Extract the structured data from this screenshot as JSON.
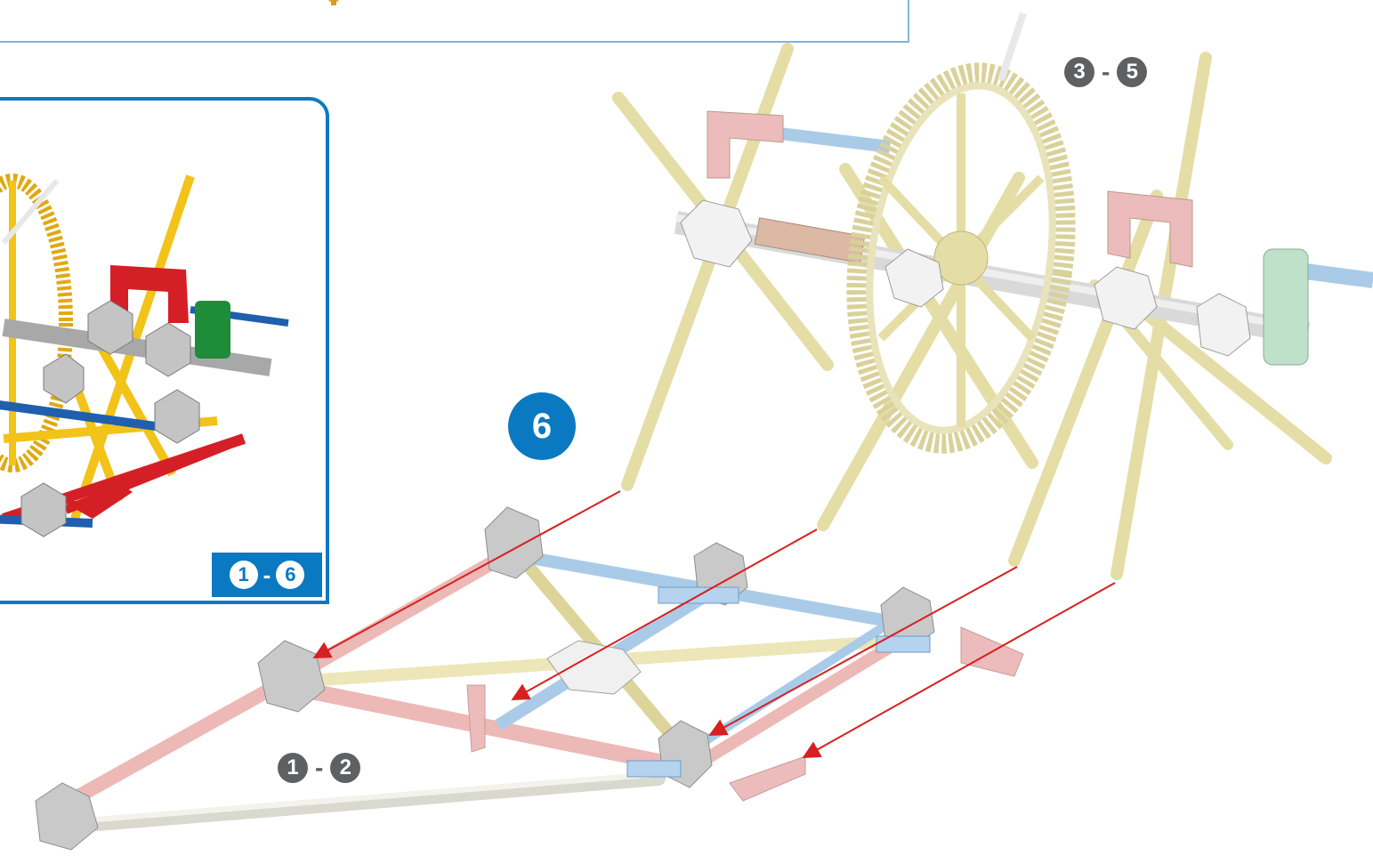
{
  "step": {
    "number": "6",
    "color": "#0b79c2"
  },
  "inset": {
    "tag_from": "1",
    "tag_to": "6",
    "tag_sep": "-",
    "border_color": "#0b79c2"
  },
  "labels": {
    "upper_from": "3",
    "upper_to": "5",
    "upper_sep": "-",
    "lower_from": "1",
    "lower_to": "2",
    "lower_sep": "-"
  },
  "colors": {
    "arrow": "#d7201f",
    "rod_cream": "#ece6b8",
    "rod_pink": "#f2c9c7",
    "rod_blue": "#a9cbe8",
    "rod_white": "#ecece4",
    "connector_grey": "#c6c6c6",
    "gear_cream": "#e6e0b2",
    "inset_yellow": "#f2c318",
    "inset_red": "#d51f26",
    "inset_blue": "#1f5fae",
    "inset_green": "#1f8c3a",
    "inset_grey": "#9a9a9a"
  }
}
